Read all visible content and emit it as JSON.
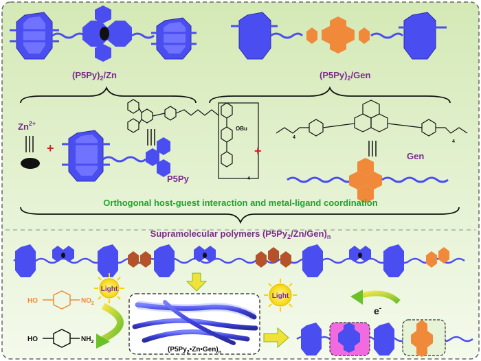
{
  "colors": {
    "purple": "#7a2a8e",
    "green": "#1fa32a",
    "red": "#c8232a",
    "blue": "#4a4df0",
    "orange": "#f08a3a",
    "bg_top": "#d9ecbf",
    "bg_bottom": "#f3f9ea"
  },
  "labels": {
    "p5py2_zn": "(P5Py)",
    "p5py2_zn_sub": "2",
    "p5py2_zn_tail": "/Zn",
    "p5py2_gen": "(P5Py)",
    "p5py2_gen_sub": "2",
    "p5py2_gen_tail": "/Gen",
    "zn_ion": "Zn",
    "zn_sup": "2+",
    "plus": "+",
    "p5py": "P5Py",
    "gen": "Gen",
    "obu": "OBu",
    "subscript_4": "4",
    "orthogonal": "Orthogonal host-guest interaction and metal-ligand coordination",
    "supramolecular_main": "Supramolecular polymers (P5Py",
    "supramolecular_sub": "2",
    "supramolecular_mid": "/Zn/Gen)",
    "supramolecular_n": "n",
    "light": "Light",
    "no2": "NO",
    "no2_sub": "2",
    "ho": "HO",
    "nh2": "NH",
    "nh2_sub": "2",
    "electron": "e",
    "electron_sup": "-",
    "fiber_label": "(P5Py",
    "fiber_sub1": "2",
    "fiber_mid": "•Zn•Gen)",
    "fiber_n": "n"
  }
}
